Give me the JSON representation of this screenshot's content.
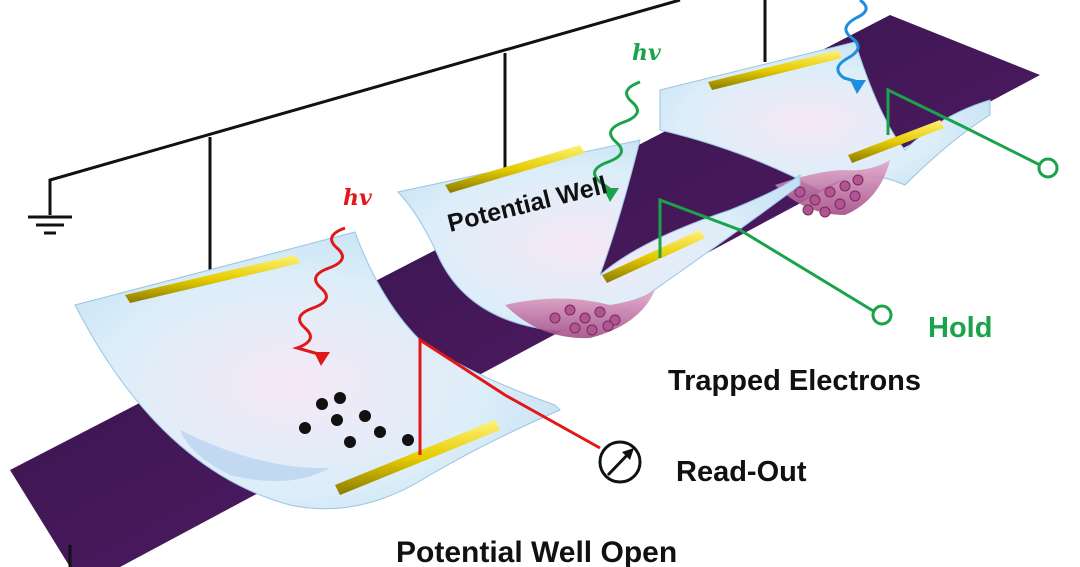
{
  "diagram": {
    "labels": {
      "potential_well": "Potential Well",
      "hold": "Hold",
      "trapped_electrons": "Trapped Electrons",
      "read_out": "Read-Out",
      "potential_well_open": "Potential Well Open"
    },
    "photon_label": "hv",
    "colors": {
      "substrate": "#3b1452",
      "electrode": "#e0c800",
      "read_out_wire": "#e01818",
      "hold_wire": "#1aa34a",
      "photon_red": "#e01818",
      "photon_green": "#1aa34a",
      "photon_blue": "#1e8ee0",
      "well_fill": "#c76aa0",
      "membrane": "#d8ecf7"
    }
  }
}
